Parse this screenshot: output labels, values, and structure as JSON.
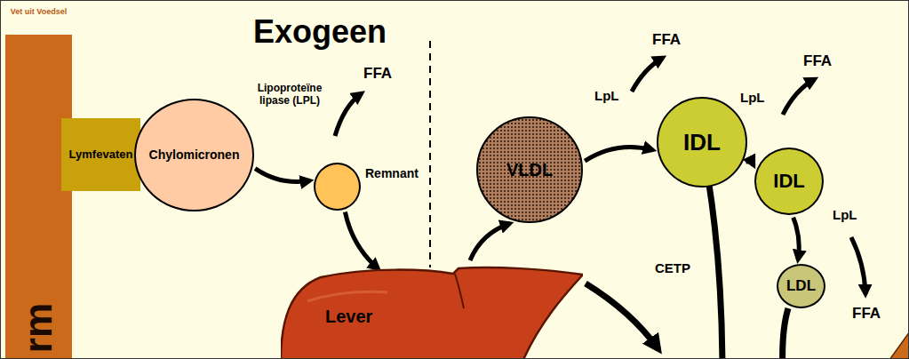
{
  "diagram": {
    "title": "Exogeen",
    "nodes": [
      {
        "text": [
          "Vet uit Voedsel",
          "rm"
        ]
      },
      {
        "text": [
          "Lymfevaten"
        ]
      },
      {
        "text": [
          "Chylomicronen"
        ]
      },
      {
        "text": [
          "Remnant"
        ]
      },
      {
        "text": [
          "Lever"
        ]
      },
      {
        "text": [
          "VLDL"
        ]
      },
      {
        "text": [
          "IDL"
        ]
      },
      {
        "text": [
          "IDL"
        ]
      },
      {
        "text": [
          "LDL"
        ]
      }
    ],
    "edges": [
      {
        "from": 2,
        "to": 3,
        "arrow": "to"
      },
      {
        "from": 3,
        "to": 4,
        "arrow": "to"
      },
      {
        "from": 4,
        "to": 5,
        "arrow": "to"
      },
      {
        "from": 5,
        "to": 6,
        "arrow": "to"
      },
      {
        "from": 6,
        "to": 7,
        "arrow": "to"
      },
      {
        "from": 7,
        "to": 8,
        "arrow": "to"
      }
    ],
    "labels": [
      "Lipoproteïne lipase (LPL)",
      "FFA",
      "FFA",
      "LpL",
      "LpL",
      "FFA",
      "LpL",
      "CETP",
      "FFA"
    ]
  }
}
